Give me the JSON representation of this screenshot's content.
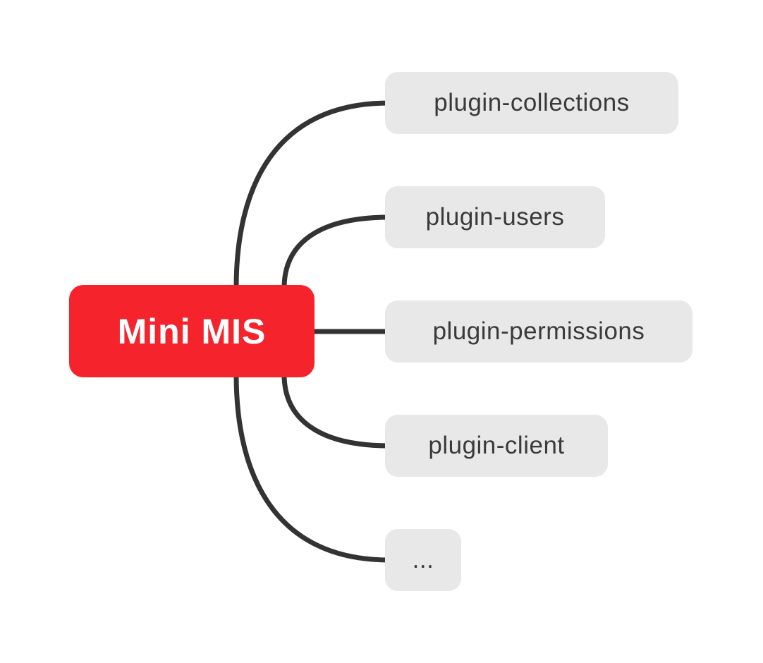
{
  "diagram": {
    "type": "mindmap",
    "root": {
      "label": "Mini MIS"
    },
    "children": [
      {
        "label": "plugin-collections"
      },
      {
        "label": "plugin-users"
      },
      {
        "label": "plugin-permissions"
      },
      {
        "label": "plugin-client"
      },
      {
        "label": "..."
      }
    ]
  },
  "colors": {
    "canvas_bg": "#ffffff",
    "root_bg": "#f5242c",
    "root_text": "#ffffff",
    "child_bg": "#e8e8e8",
    "child_text": "#3a3a3a",
    "connector": "#333333"
  }
}
